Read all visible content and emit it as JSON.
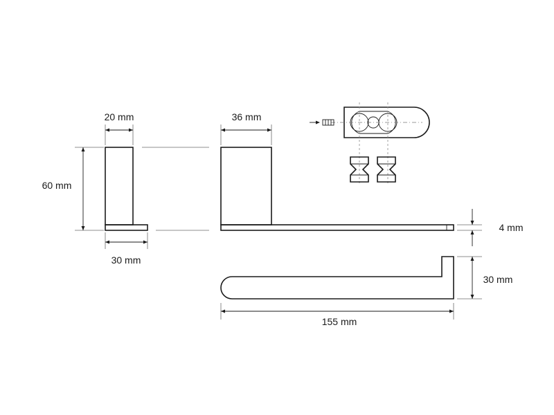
{
  "dimensions": {
    "side_width": "20 mm",
    "front_depth": "36 mm",
    "height": "60 mm",
    "base_width": "30 mm",
    "bar_thickness": "4 mm",
    "arm_depth": "30 mm",
    "length": "155 mm"
  },
  "colors": {
    "line": "#1a1a1a",
    "extension": "#6a6a6a",
    "background": "#ffffff"
  }
}
